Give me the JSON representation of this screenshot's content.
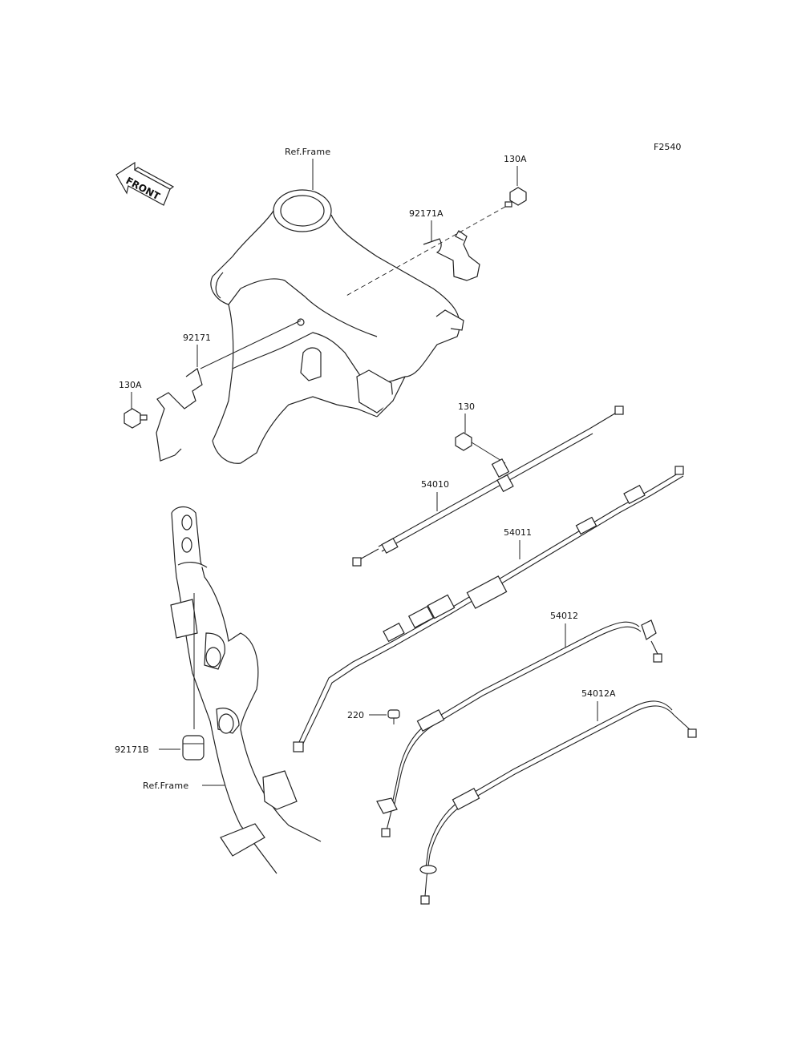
{
  "figure_code": "F2540",
  "front_label": "FRONT",
  "labels": {
    "ref_frame_top": "Ref.Frame",
    "ref_frame_bottom": "Ref.Frame",
    "p130a_top": "130A",
    "p130a_left": "130A",
    "p92171a": "92171A",
    "p92171": "92171",
    "p130": "130",
    "p54010": "54010",
    "p54011": "54011",
    "p54012": "54012",
    "p54012a": "54012A",
    "p220": "220",
    "p92171b": "92171B"
  }
}
